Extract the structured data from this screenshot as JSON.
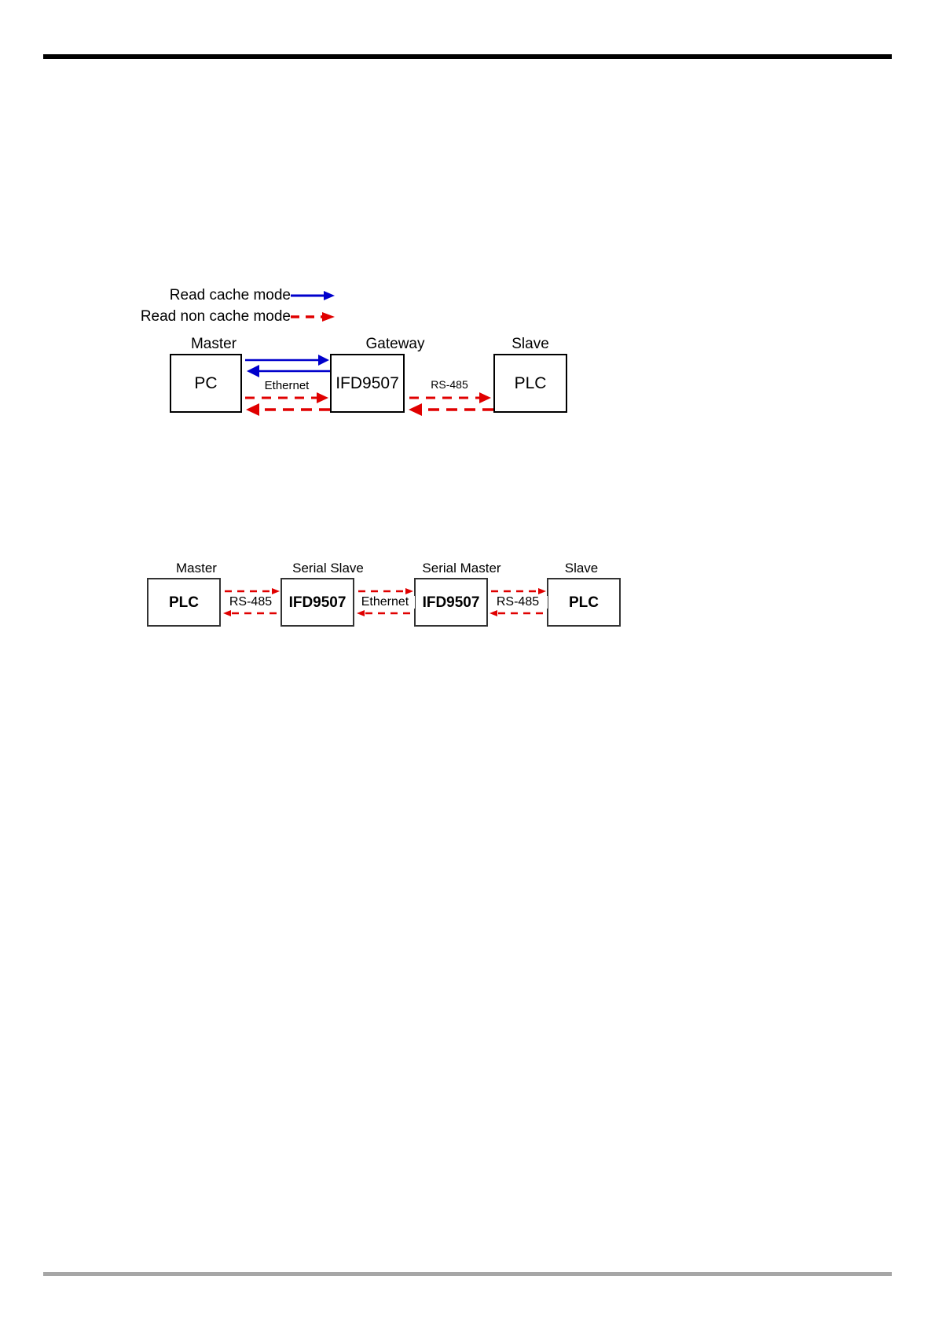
{
  "page": {
    "background_color": "#ffffff",
    "top_rule_color": "#000000",
    "bottom_rule_color": "#a6a6a6"
  },
  "colors": {
    "cache_arrow": "#0000cc",
    "non_cache_arrow": "#e00000",
    "box_border": "#000000",
    "text": "#000000"
  },
  "legend": {
    "items": [
      {
        "label": "Read cache mode",
        "style": "solid",
        "color": "#0000cc"
      },
      {
        "label": "Read non cache mode",
        "style": "dashed",
        "color": "#e00000"
      }
    ]
  },
  "diagram1": {
    "role_captions": {
      "master": "Master",
      "gateway": "Gateway",
      "slave": "Slave"
    },
    "nodes": [
      {
        "name": "PC"
      },
      {
        "name": "IFD9507"
      },
      {
        "name": "PLC"
      }
    ],
    "links": [
      {
        "label": "Ethernet"
      },
      {
        "label": "RS-485"
      }
    ]
  },
  "diagram2": {
    "role_captions": {
      "master": "Master",
      "serial_slave": "Serial Slave",
      "serial_master": "Serial Master",
      "slave": "Slave"
    },
    "nodes": [
      {
        "name": "PLC"
      },
      {
        "name": "IFD9507"
      },
      {
        "name": "IFD9507"
      },
      {
        "name": "PLC"
      }
    ],
    "links": [
      {
        "label": "RS-485"
      },
      {
        "label": "Ethernet"
      },
      {
        "label": "RS-485"
      }
    ]
  }
}
